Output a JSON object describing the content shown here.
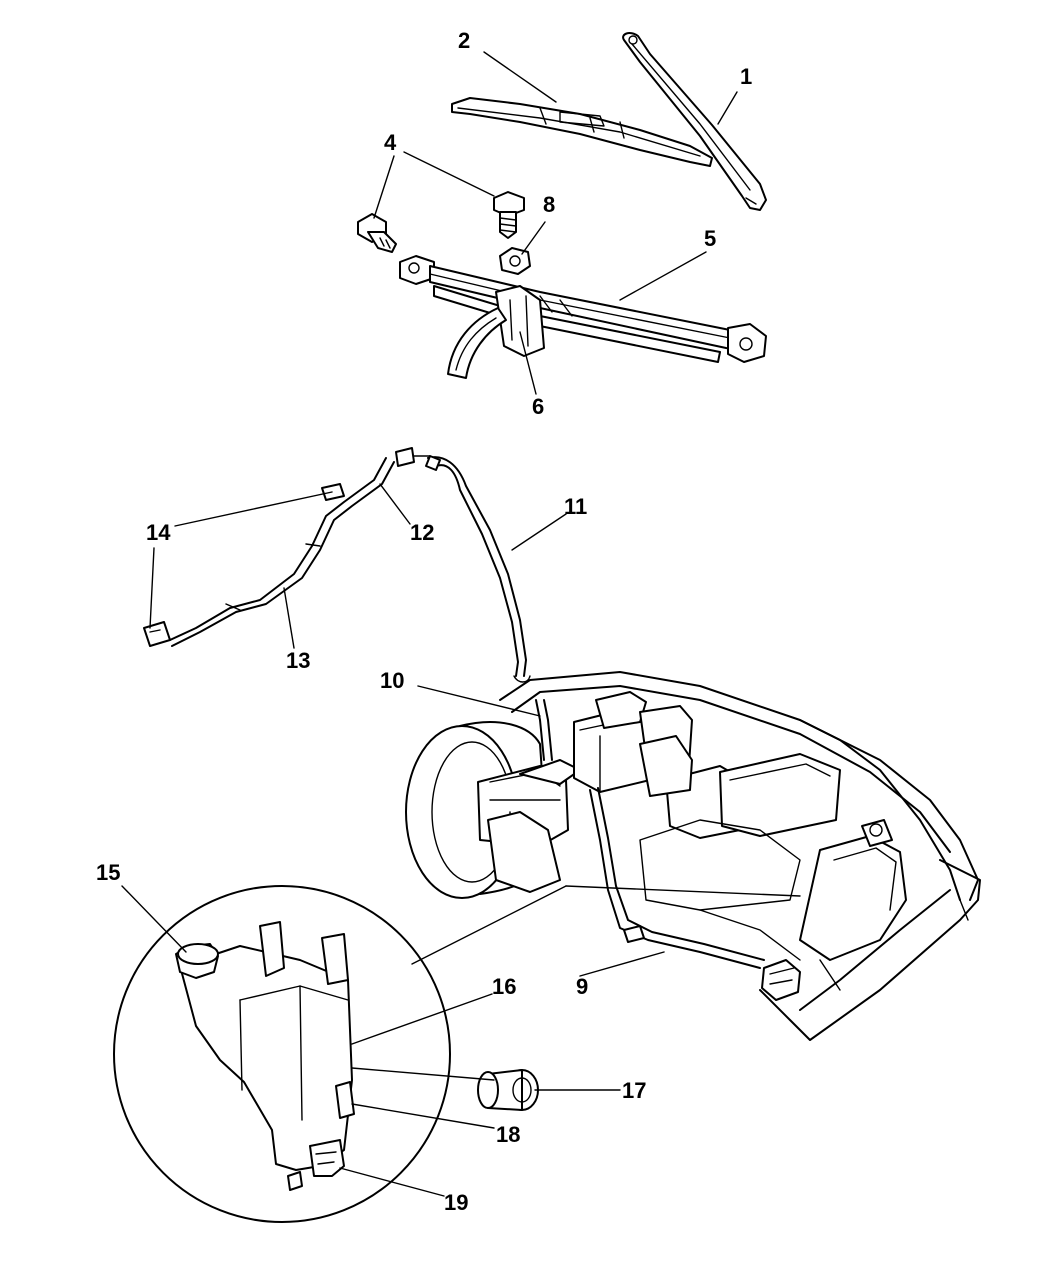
{
  "callouts": {
    "c1": "1",
    "c2": "2",
    "c4": "4",
    "c5": "5",
    "c6": "6",
    "c8": "8",
    "c9": "9",
    "c10": "10",
    "c11": "11",
    "c12": "12",
    "c13": "13",
    "c14a": "14",
    "c14b": "14",
    "c15": "15",
    "c16": "16",
    "c17": "17",
    "c18": "18",
    "c19": "19"
  },
  "colors": {
    "ink": "#000000",
    "paper": "#ffffff"
  }
}
